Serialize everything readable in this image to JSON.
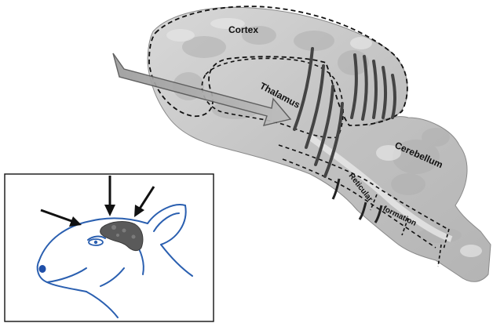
{
  "labels": {
    "cortex": "Cortex",
    "thalamus": "Thalamus",
    "cerebellum": "Cerebellum",
    "reticular": "Reticular",
    "formation": "formation"
  },
  "colors": {
    "brain_fill": "#c9c9c9",
    "brain_shade": "#9a9a9a",
    "arrow_fill": "#a8a8a8",
    "sheep_outline": "#2a5fb0",
    "sheep_brain": "#555555",
    "ink": "#111111"
  },
  "icons": {
    "brain": "sagittal-brain-section",
    "sheep": "sheep-head-line-drawing"
  }
}
